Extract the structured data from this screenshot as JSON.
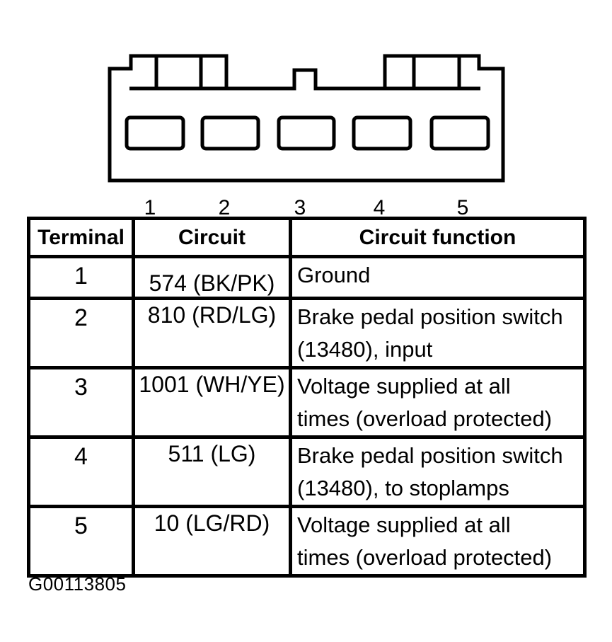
{
  "figure": {
    "pin_labels": [
      "1",
      "2",
      "3",
      "4",
      "5"
    ]
  },
  "pinout_table": {
    "headers": [
      "Terminal",
      "Circuit",
      "Circuit function"
    ],
    "rows": [
      {
        "terminal": "1",
        "circuit": "574 (BK/PK)",
        "function_lines": [
          "Ground",
          ""
        ]
      },
      {
        "terminal": "2",
        "circuit": "810 (RD/LG)",
        "function_lines": [
          "Brake pedal position switch",
          "(13480), input"
        ]
      },
      {
        "terminal": "3",
        "circuit": "1001 (WH/YE)",
        "function_lines": [
          "Voltage supplied at all",
          "times (overload protected)"
        ]
      },
      {
        "terminal": "4",
        "circuit": "511 (LG)",
        "function_lines": [
          "Brake pedal position switch",
          "(13480), to stoplamps"
        ]
      },
      {
        "terminal": "5",
        "circuit": "10 (LG/RD)",
        "function_lines": [
          "Voltage supplied at all",
          "times (overload protected)"
        ]
      }
    ]
  },
  "figure_id": "G00113805",
  "colors": {
    "line": "#000000",
    "background": "#ffffff"
  }
}
